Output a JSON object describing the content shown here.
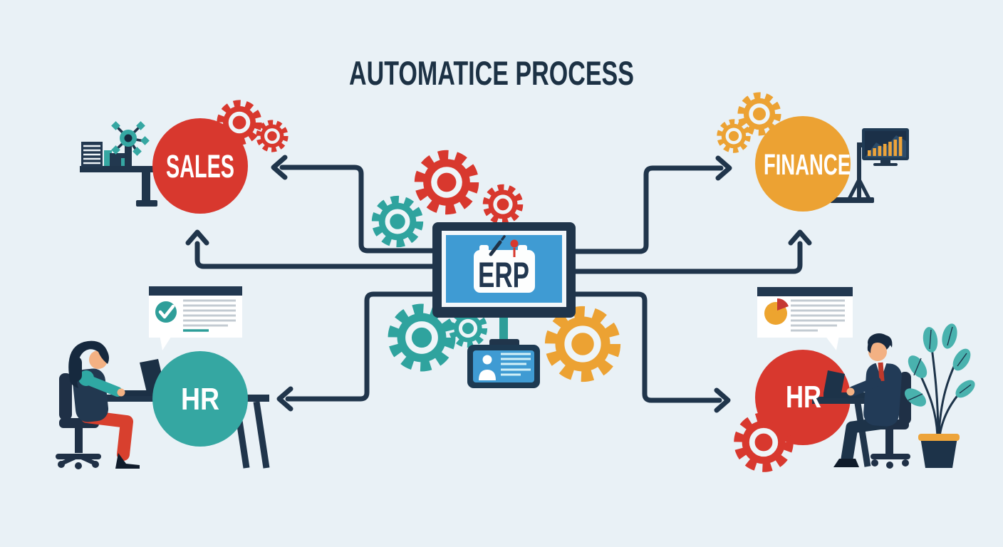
{
  "title": "AUTOMATICE PROCESS",
  "center_node": {
    "label": "ERP",
    "color": "#3f9bd3"
  },
  "nodes": {
    "sales": {
      "label": "SALES",
      "color": "#d8382e"
    },
    "finance": {
      "label": "FINANCE",
      "color": "#eca233"
    },
    "hr_left": {
      "label": "HR",
      "color": "#35a7a2"
    },
    "hr_right": {
      "label": "HR",
      "color": "#d8382e"
    }
  },
  "palette": {
    "background": "#e9f1f6",
    "navy": "#20354b",
    "red": "#d8382e",
    "orange": "#eca233",
    "teal": "#35a7a2",
    "screen_blue": "#3f9bd3",
    "line_gray": "#c6cdd4",
    "white": "#ffffff"
  },
  "icons": {
    "gear-icon": "toothed ring",
    "arrow-icon": "chevron connector",
    "monitor-icon": "desktop screen",
    "id-badge-icon": "badge with person",
    "pin-icon": "red push pin",
    "pen-icon": "dark pen",
    "check-report-icon": "card with checkmark",
    "pie-report-icon": "card with pie chart",
    "bar-chart-monitor-icon": "screen with rising bars",
    "paper-stack-icon": "stacked ledgers",
    "network-hub-icon": "hub with spokes",
    "laptop-icon": "open laptop",
    "office-chair-icon": "swivel chair",
    "plant-icon": "potted plant",
    "speech-bubble-icon": "callout card"
  }
}
